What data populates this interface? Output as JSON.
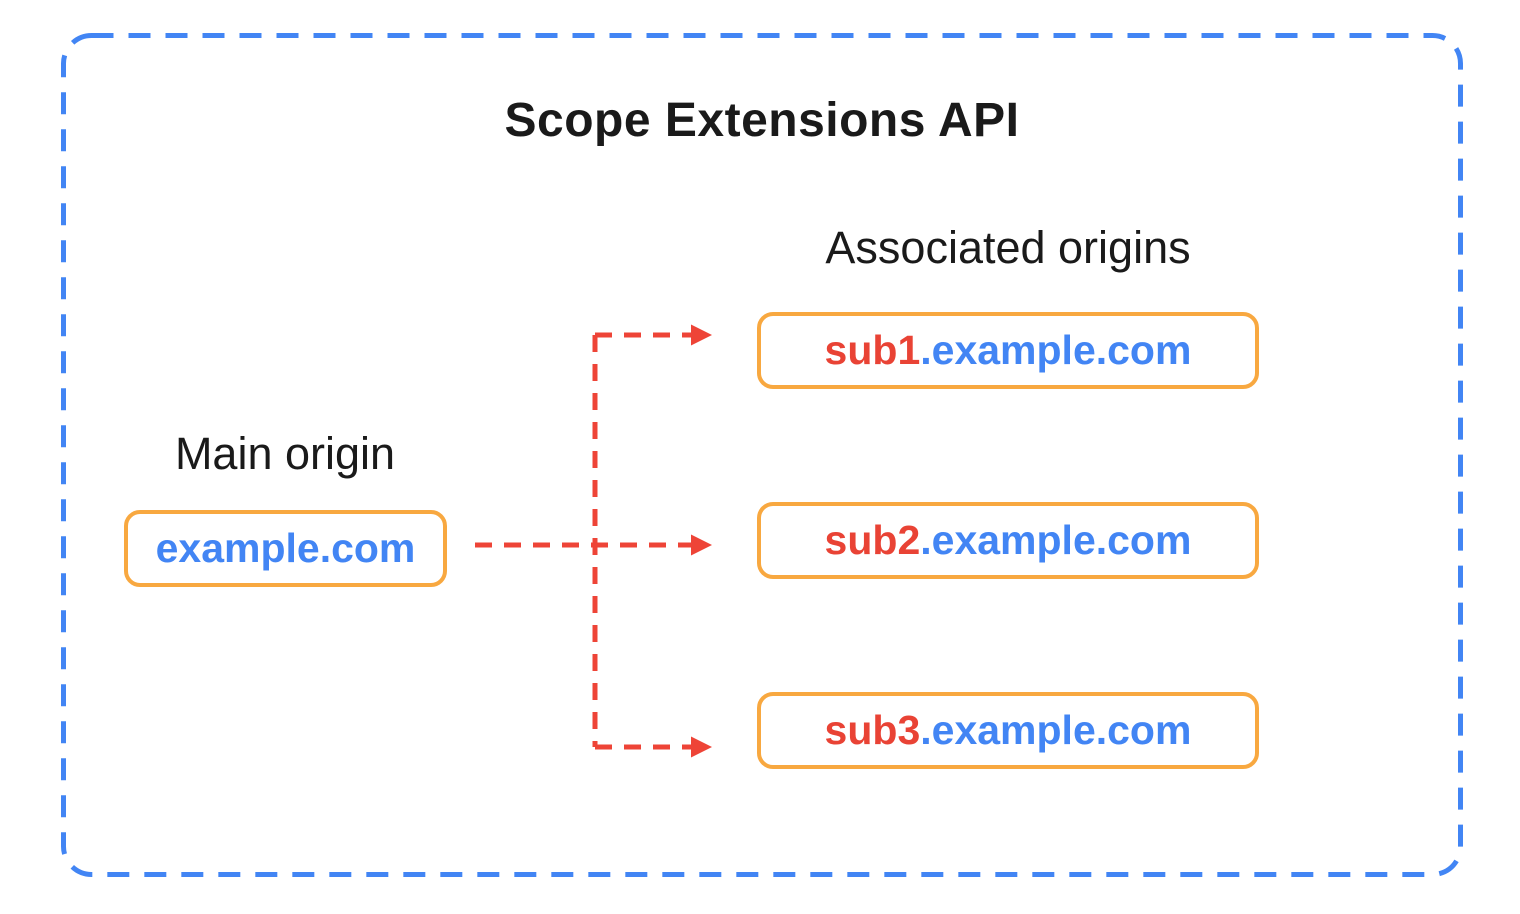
{
  "diagram": {
    "title": "Scope Extensions API",
    "main_origin": {
      "label": "Main origin",
      "domain": "example.com"
    },
    "associated_origins": {
      "label": "Associated origins",
      "items": [
        {
          "subdomain": "sub1",
          "domain_suffix": ".example.com"
        },
        {
          "subdomain": "sub2",
          "domain_suffix": ".example.com"
        },
        {
          "subdomain": "sub3",
          "domain_suffix": ".example.com"
        }
      ]
    },
    "colors": {
      "frame_blue": "#4285f4",
      "box_border_orange": "#f8a840",
      "domain_text_blue": "#4285f4",
      "subdomain_text_red": "#e94335",
      "arrow_red": "#ee4437",
      "title_black": "#1a1a1a"
    }
  }
}
